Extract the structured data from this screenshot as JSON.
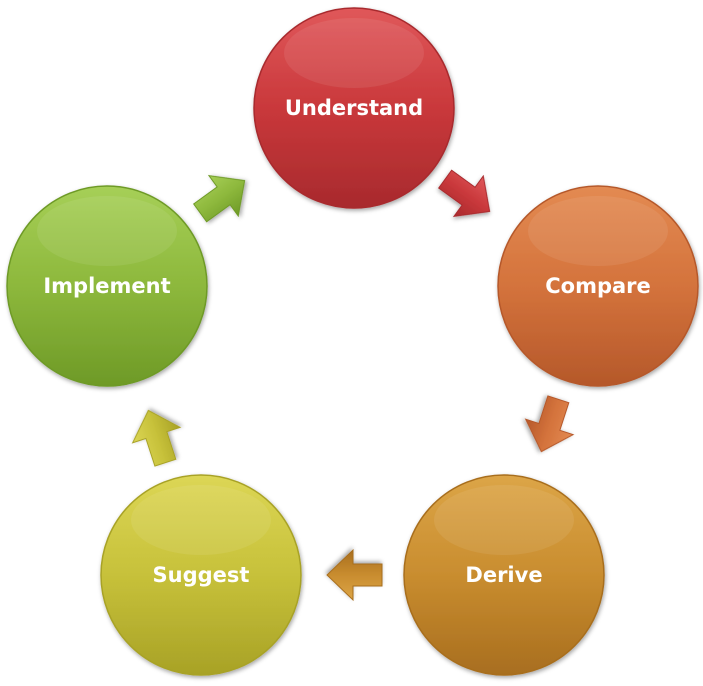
{
  "diagram": {
    "type": "cycle",
    "steps": [
      {
        "label": "Understand",
        "color": "#c9383b",
        "light": "#e0585a",
        "dark": "#a82a2d"
      },
      {
        "label": "Compare",
        "color": "#d4733c",
        "light": "#e38a52",
        "dark": "#b5582a"
      },
      {
        "label": "Derive",
        "color": "#c98d2f",
        "light": "#dca547",
        "dark": "#a86e1f"
      },
      {
        "label": "Suggest",
        "color": "#c7c13a",
        "light": "#dcd655",
        "dark": "#a8a226"
      },
      {
        "label": "Implement",
        "color": "#8db83c",
        "light": "#a6cf57",
        "dark": "#6e9a27"
      }
    ],
    "arrows": [
      {
        "from": "Understand",
        "to": "Compare"
      },
      {
        "from": "Compare",
        "to": "Derive"
      },
      {
        "from": "Derive",
        "to": "Suggest"
      },
      {
        "from": "Suggest",
        "to": "Implement"
      },
      {
        "from": "Implement",
        "to": "Understand"
      }
    ]
  }
}
